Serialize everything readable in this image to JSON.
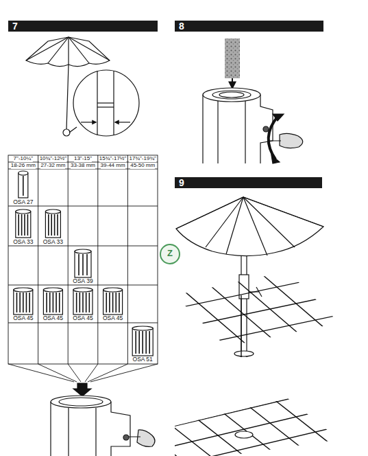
{
  "diagram": {
    "nodes": [
      {
        "text": [
          "7"
        ]
      },
      {
        "text": [
          "8"
        ]
      },
      {
        "text": [
          "9"
        ]
      }
    ],
    "labels": [
      "7\"-10¼\"",
      "10¾\"-12½\"",
      "13\"-15\"",
      "15¾\"-17½\"",
      "17¾\"-19¾\"",
      "18-26 mm",
      "27-32 mm",
      "33-38 mm",
      "39-44 mm",
      "45-50 mm",
      "OSA 27",
      "OSA 33",
      "OSA 33",
      "OSA 39",
      "OSA 45",
      "OSA 45",
      "OSA 45",
      "OSA 45",
      "OSA 51",
      "Z"
    ]
  }
}
